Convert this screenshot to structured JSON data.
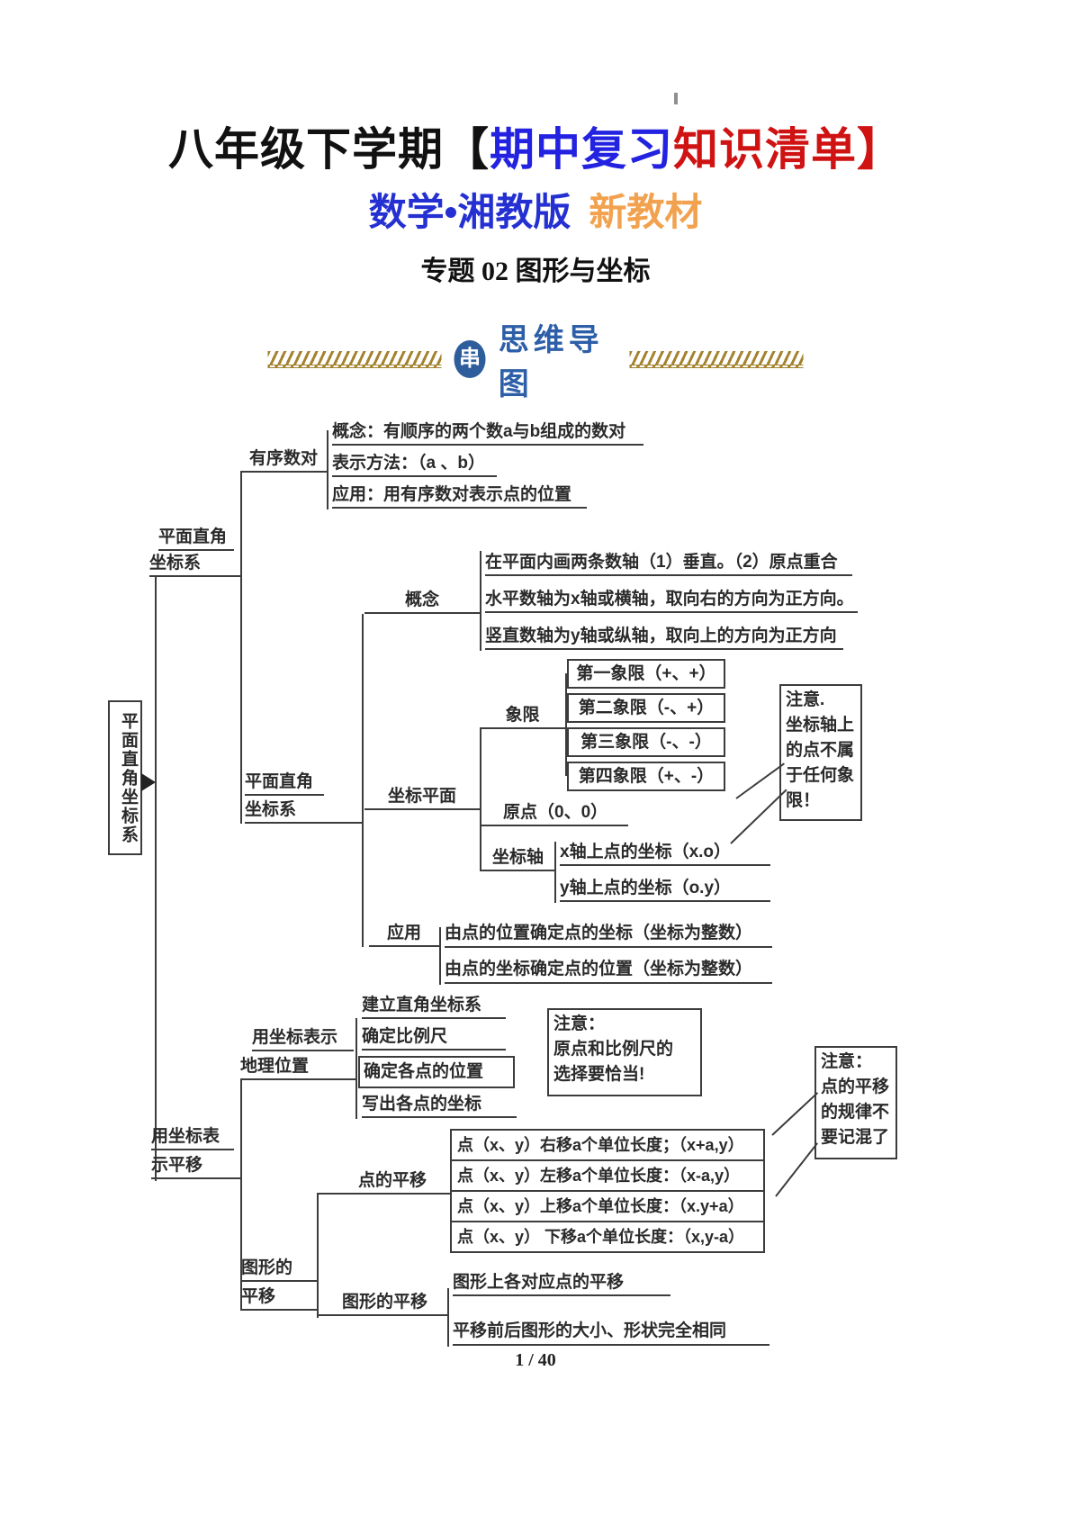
{
  "header": {
    "title": {
      "black": "八年级下学期【",
      "blue": "期中复习",
      "red": "知识清单】"
    },
    "subtitle": {
      "blue": "数学•湘教版",
      "orange": "新教材"
    },
    "topic": "专题 02 图形与坐标"
  },
  "band": {
    "badge": "串",
    "label": "思维导图"
  },
  "colors": {
    "title_blue": "#2222e0",
    "title_red": "#cf1313",
    "subtitle_blue": "#2430d2",
    "subtitle_orange": "#f2a24e",
    "band_gold": "#a5822e",
    "band_blue": "#2d5fa8",
    "badge_bg": "#2e5d9c"
  },
  "mindmap": {
    "root": "平面直角坐标系",
    "level1_a": {
      "line1": "平面直角",
      "line2": "坐标系"
    },
    "ordered_pair": {
      "label": "有序数对",
      "items": [
        "概念：有顺序的两个数a与b组成的数对",
        "表示方法：（a 、b）",
        "应用：用有序数对表示点的位置"
      ]
    },
    "pdcs": {
      "label1": "平面直角",
      "label2": "坐标系",
      "concept": {
        "label": "概念",
        "items": [
          "在平面内画两条数轴（1）垂直。（2）原点重合",
          "水平数轴为x轴或横轴，取向右的方向为正方向。",
          "竖直数轴为y轴或纵轴，取向上的方向为正方向"
        ]
      },
      "coord_plane": {
        "label": "坐标平面",
        "quadrants": {
          "label": "象限",
          "items": [
            "第一象限（+、+）",
            "第二象限（-、+）",
            "第三象限（-、-）",
            "第四象限（+、-）"
          ]
        },
        "origin": "原点（0、0）",
        "axes": {
          "label": "坐标轴",
          "items": [
            "x轴上点的坐标（x.o）",
            "y轴上点的坐标（o.y）"
          ]
        },
        "note": "注意.\n坐标轴上\n的点不属\n于任何象\n限！"
      },
      "application": {
        "label": "应用",
        "items": [
          "由点的位置确定点的坐标（坐标为整数）",
          "由点的坐标确定点的位置（坐标为整数）"
        ]
      }
    },
    "level1_b": {
      "line1": "用坐标表",
      "line2": "示平移"
    },
    "geo": {
      "label1": "用坐标表示",
      "label2": "地理位置",
      "items": [
        "建立直角坐标系",
        "确定比例尺",
        "确定各点的位置",
        "写出各点的坐标"
      ],
      "note": "注意：\n原点和比例尺的\n选择要恰当!"
    },
    "translation": {
      "label1": "图形的",
      "label2": "平移",
      "point": {
        "label": "点的平移",
        "items": [
          "点（x、y）右移a个单位长度；（x+a,y）",
          "点（x、y）左移a个单位长度：（x-a,y）",
          "点（x、y）上移a个单位长度：（x.y+a）",
          "点（x、y） 下移a个单位长度：（x,y-a）"
        ],
        "note": "注意：\n点的平移\n的规律不\n要记混了"
      },
      "figure": {
        "label": "图形的平移",
        "items": [
          "图形上各对应点的平移",
          "平移前后图形的大小、形状完全相同"
        ]
      }
    }
  },
  "footer": {
    "page": "1 / 40"
  }
}
